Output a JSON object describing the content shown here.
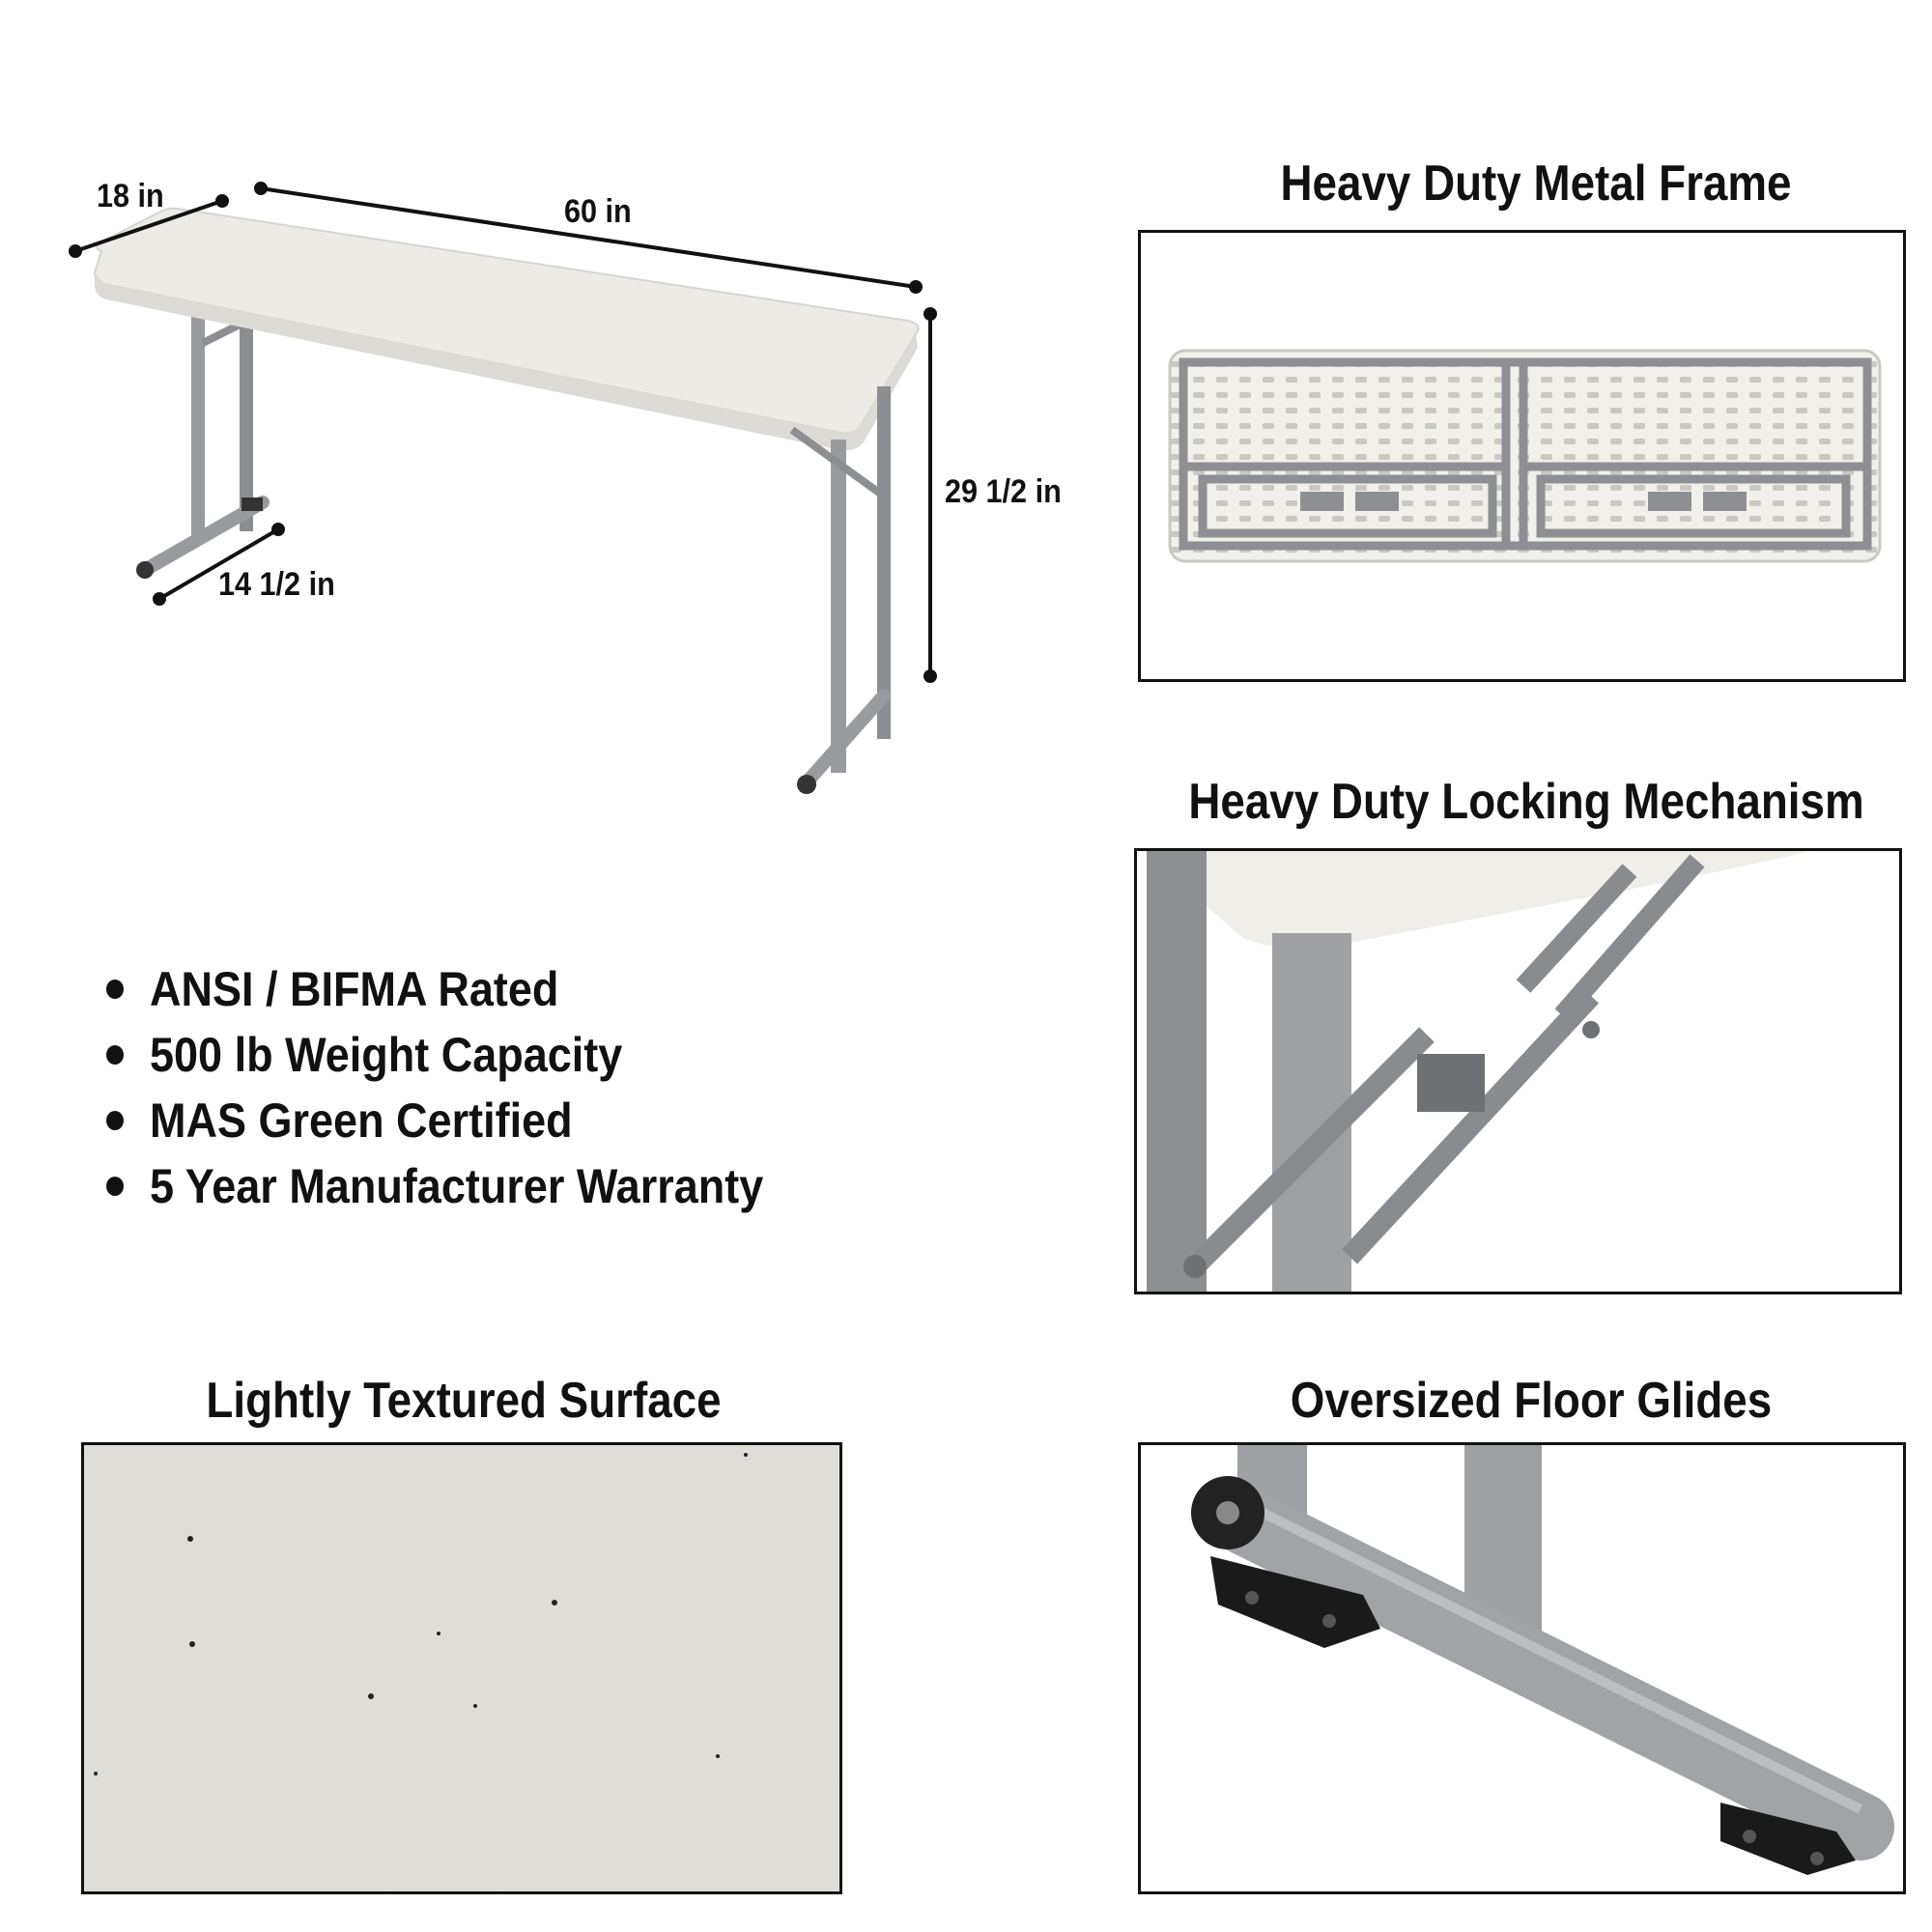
{
  "dimensions": {
    "width": "18 in",
    "length": "60 in",
    "height": "29 1/2 in",
    "foot_depth": "14 1/2 in"
  },
  "features": [
    "ANSI / BIFMA Rated",
    "500 lb Weight Capacity",
    "MAS Green Certified",
    "5 Year Manufacturer Warranty"
  ],
  "panels": {
    "frame": {
      "title": "Heavy Duty Metal Frame"
    },
    "locking": {
      "title": "Heavy Duty Locking Mechanism"
    },
    "surface": {
      "title": "Lightly Textured Surface"
    },
    "glides": {
      "title": "Oversized Floor Glides"
    }
  },
  "colors": {
    "tabletop": "#ecebe6",
    "frame_metal": "#9a9b9e",
    "glide": "#1a1a1a",
    "outline": "#111111"
  }
}
